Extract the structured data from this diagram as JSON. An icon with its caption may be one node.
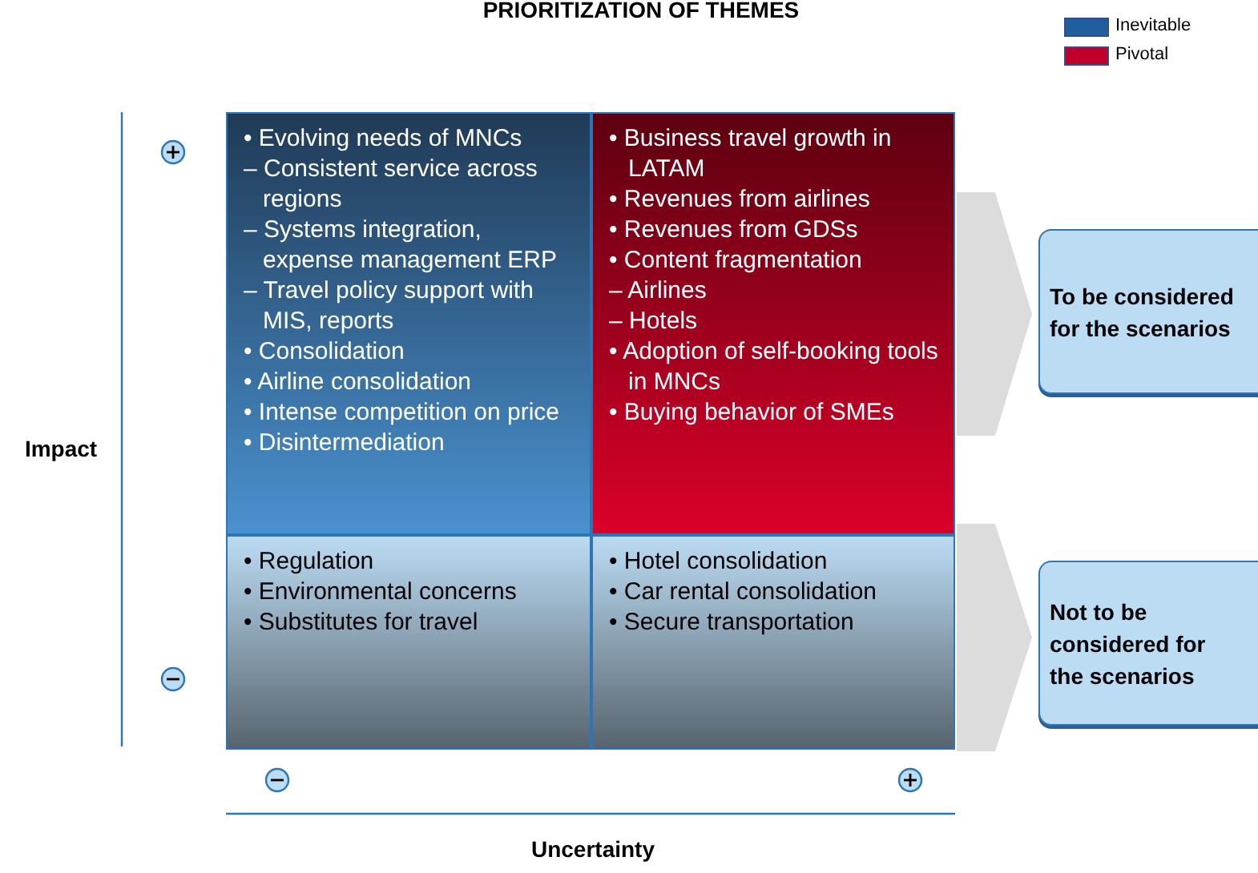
{
  "diagram": {
    "title": "PRIORITIZATION OF THEMES",
    "nodes": [
      {
        "text": [
          "• Evolving needs of MNCs",
          "– Consistent service across regions",
          "– Systems integration, expense management ERP",
          "– Travel policy support with MIS, reports",
          "• Consolidation",
          "• Airline consolidation",
          "• Intense competition on price",
          "• Disintermediation"
        ]
      },
      {
        "text": [
          "• Business travel growth in LATAM",
          "• Revenues from airlines",
          "• Revenues from GDSs",
          "• Content fragmentation",
          "– Airlines",
          "– Hotels",
          "• Adoption of self-booking tools in MNCs",
          "• Buying behavior of SMEs"
        ]
      },
      {
        "text": [
          "• Regulation",
          "• Environmental concerns",
          "• Substitutes for travel"
        ]
      },
      {
        "text": [
          "• Hotel consolidation",
          "• Car rental consolidation",
          "• Secure transportation"
        ]
      },
      {
        "text": [
          "To be considered for the scenarios"
        ]
      },
      {
        "text": [
          "Not to be considered for the scenarios"
        ]
      }
    ],
    "edges": [
      {
        "from": 1,
        "to": 4,
        "arrow": "to",
        "style": "thick"
      },
      {
        "from": 3,
        "to": 5,
        "arrow": "to",
        "style": "thick"
      }
    ],
    "labels": [
      "Impact",
      "Uncertainty"
    ],
    "legend": [
      {
        "text": "Inevitable",
        "color": "#1f5f9e"
      },
      {
        "text": "Pivotal",
        "color": "#c0002a"
      }
    ]
  }
}
